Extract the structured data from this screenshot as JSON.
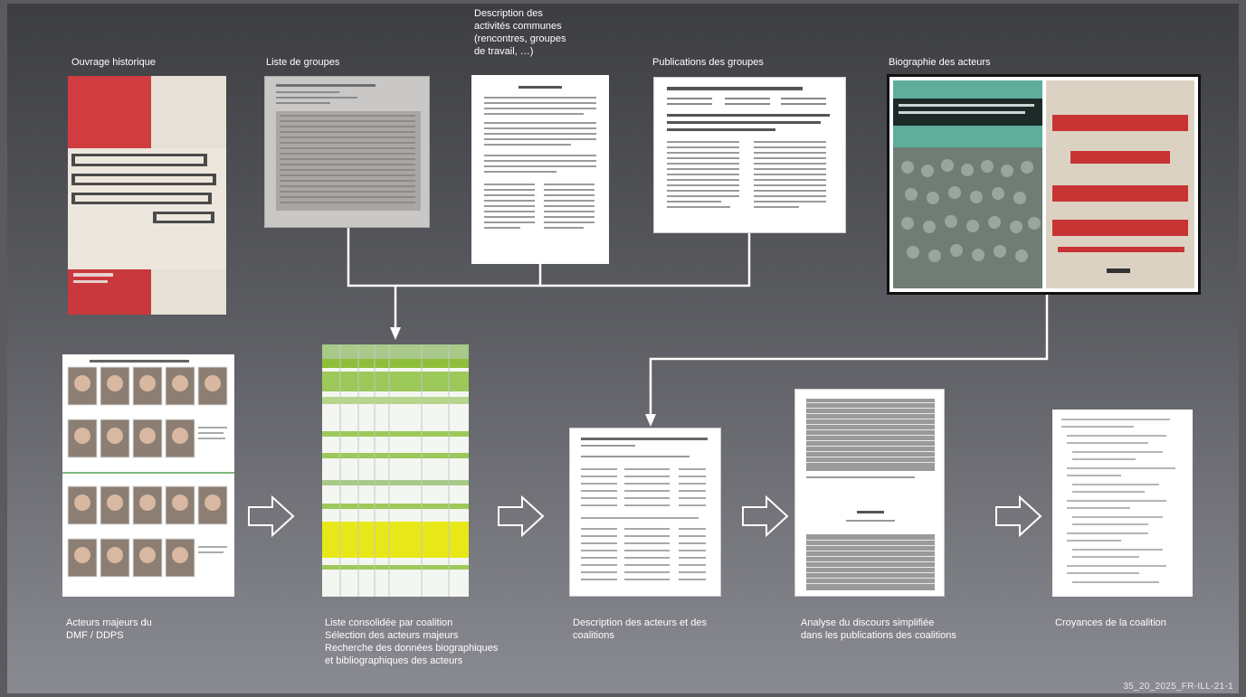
{
  "top_labels": {
    "ouvrage": "Ouvrage historique",
    "liste": "Liste de groupes",
    "description": [
      "Description des",
      "activités communes",
      "(rencontres, groupes",
      "de travail, …)"
    ],
    "publications": "Publications des groupes",
    "biographie": "Biographie des acteurs"
  },
  "bottom_labels": {
    "acteurs": [
      "Acteurs majeurs du",
      "DMF / DDPS"
    ],
    "liste_consolidee": [
      "Liste consolidée par coalition",
      "Sélection  des acteurs majeurs",
      "Recherche des données biographiques",
      "et bibliographiques des acteurs"
    ],
    "description_acteurs": [
      "Description des acteurs et des",
      "coalitions"
    ],
    "analyse": [
      "Analyse du discours simplifiée",
      "dans les publications des coalitions"
    ],
    "croyances": "Croyances de la coalition"
  },
  "footer": "35_20_2025_FR-ILL-21-1",
  "colors": {
    "connector": "#ffffff",
    "book_red": "#c8383c",
    "green_band": "#8fbf3a",
    "yellow_band": "#e8e818",
    "teal": "#5fae9c"
  }
}
